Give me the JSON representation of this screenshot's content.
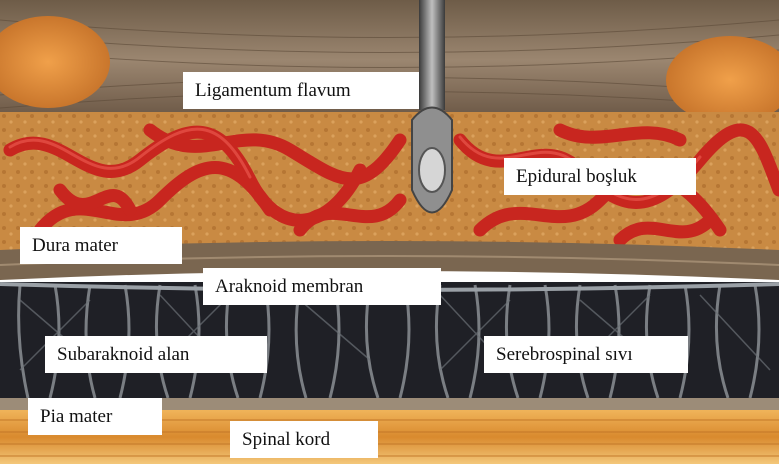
{
  "labels": {
    "ligamentum_flavum": "Ligamentum flavum",
    "epidural": "Epidural boşluk",
    "dura_mater": "Dura mater",
    "araknoid": "Araknoid membran",
    "subaraknoid": "Subaraknoid alan",
    "serebrospinal": "Serebrospinal sıvı",
    "pia_mater": "Pia mater",
    "spinal_kord": "Spinal kord"
  },
  "colors": {
    "ligament": "#8a7560",
    "fat": "#c98a43",
    "vessel": "#c8261f",
    "dura": "#7a6650",
    "csf_space": "#1f2026",
    "spinal_cord": "#e29a3c"
  }
}
